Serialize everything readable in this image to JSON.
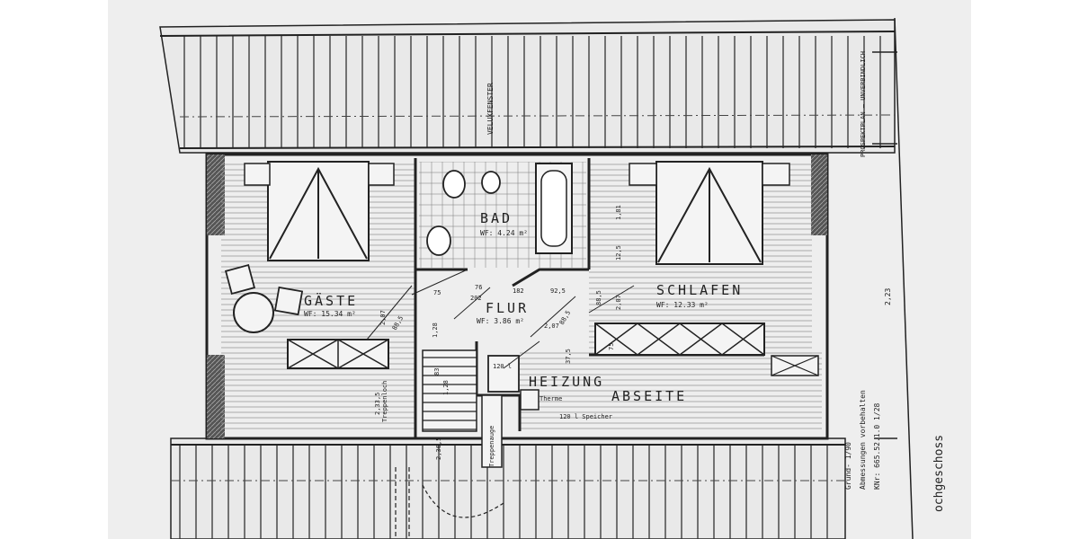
{
  "rooms": {
    "gaeste": {
      "name": "GÄSTE",
      "area": "WF: 15.34 m²"
    },
    "bad": {
      "name": "BAD",
      "area": "WF: 4.24 m²"
    },
    "flur": {
      "name": "FLUR",
      "area": "WF: 3.86 m²"
    },
    "schlafen": {
      "name": "SCHLAFEN",
      "area": "WF: 12.33 m²"
    },
    "heizung": {
      "name": "HEIZUNG"
    },
    "abseite": {
      "name": "ABSEITE"
    }
  },
  "annotations": {
    "velux": "VELUXFENSTER",
    "therme": "Therme",
    "speicher": "120 l Speicher",
    "tank": "120 l",
    "treppenauge": "Treppenauge",
    "treppenloch": "Treppenloch",
    "side_scale": "2,23"
  },
  "dimensions": [
    "2,07",
    "88,5",
    "75",
    "76",
    "202",
    "182",
    "92,5",
    "88,5",
    "2,07",
    "1,28",
    "83",
    "1,28",
    "2,33,5",
    "2,36,5",
    "1,81",
    "12,5",
    "2,07",
    "37,5",
    "88,5",
    "75"
  ],
  "notes": [
    "Grund- 1/90",
    "Abmessungen vorbehalten",
    "KNr: 665.52.1.0 1/28",
    "ochgeschoss"
  ],
  "stamp": "PROSPEKTPLAN – UNVERBINDLICH",
  "colors": {
    "ink": "#222222",
    "paper": "#eeeeee",
    "hatch": "#9a9a9a",
    "wall": "#333333"
  }
}
